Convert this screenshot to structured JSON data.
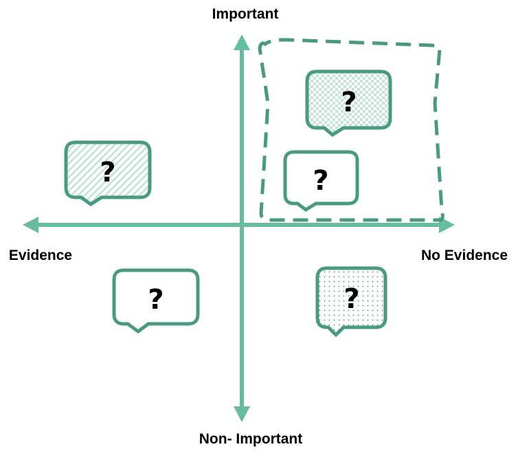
{
  "axes": {
    "top": "Important",
    "bottom": "Non- Important",
    "left": "Evidence",
    "right": "No Evidence"
  },
  "bubbles": [
    {
      "text": "?",
      "fill": "checker"
    },
    {
      "text": "?",
      "fill": "plain"
    },
    {
      "text": "?",
      "fill": "diagonal-hatch"
    },
    {
      "text": "?",
      "fill": "plain"
    },
    {
      "text": "?",
      "fill": "dots"
    }
  ],
  "colors": {
    "axis": "#66bc9c",
    "stroke": "#4a9a7c",
    "pattern": "#b9e0d0"
  }
}
